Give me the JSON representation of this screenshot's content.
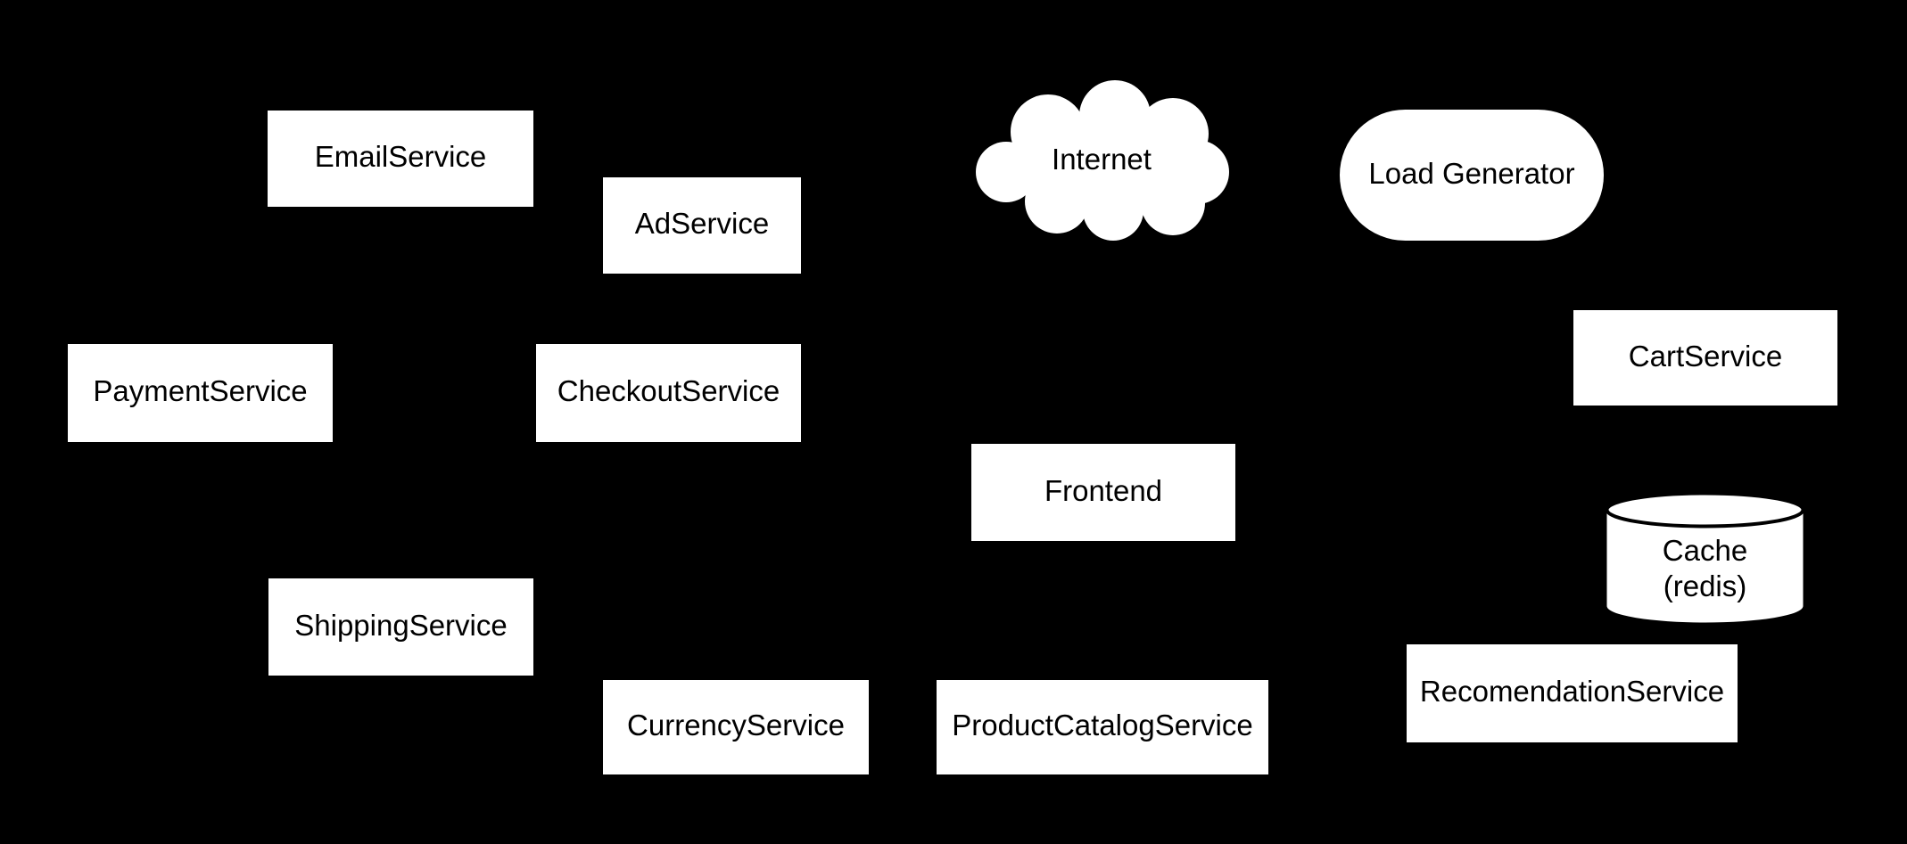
{
  "diagram": {
    "background_color": "#000000",
    "node_fill_color": "#ffffff",
    "node_text_color": "#000000",
    "nodes": {
      "email_service": {
        "label": "EmailService",
        "shape": "rectangle"
      },
      "ad_service": {
        "label": "AdService",
        "shape": "rectangle"
      },
      "internet": {
        "label": "Internet",
        "shape": "cloud"
      },
      "load_generator": {
        "label": "Load Generator",
        "shape": "stadium"
      },
      "payment_service": {
        "label": "PaymentService",
        "shape": "rectangle"
      },
      "checkout_service": {
        "label": "CheckoutService",
        "shape": "rectangle"
      },
      "cart_service": {
        "label": "CartService",
        "shape": "rectangle"
      },
      "frontend": {
        "label": "Frontend",
        "shape": "rectangle"
      },
      "cache": {
        "label_line1": "Cache",
        "label_line2": "(redis)",
        "shape": "cylinder"
      },
      "shipping_service": {
        "label": "ShippingService",
        "shape": "rectangle"
      },
      "recomendation_service": {
        "label": "RecomendationService",
        "shape": "rectangle"
      },
      "currency_service": {
        "label": "CurrencyService",
        "shape": "rectangle"
      },
      "product_catalog_service": {
        "label": "ProductCatalogService",
        "shape": "rectangle"
      }
    }
  }
}
